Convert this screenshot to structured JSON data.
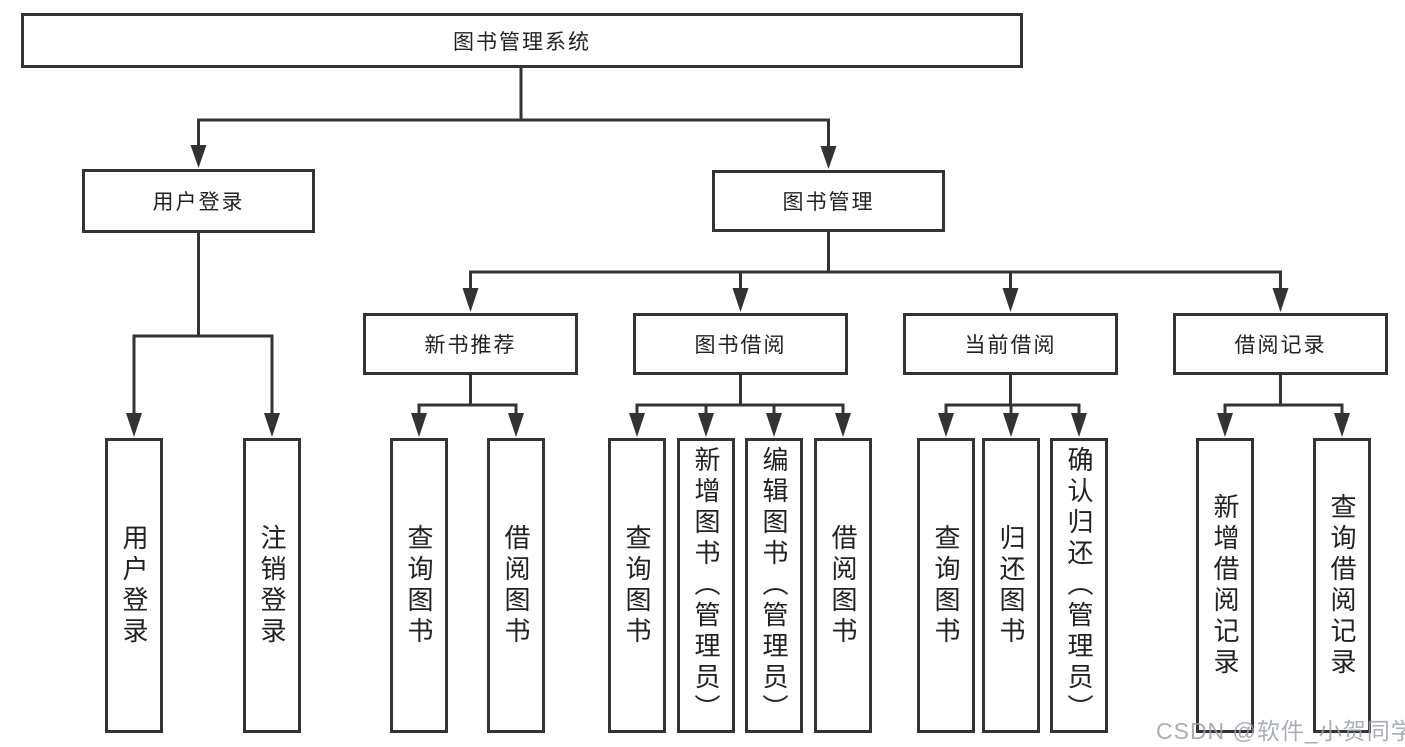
{
  "diagram_title": "图书管理系统",
  "tree": {
    "label": "图书管理系统",
    "children": [
      {
        "label": "用户登录",
        "children": [
          {
            "label": "用户登录"
          },
          {
            "label": "注销登录"
          }
        ]
      },
      {
        "label": "图书管理",
        "children": [
          {
            "label": "新书推荐",
            "children": [
              {
                "label": "查询图书"
              },
              {
                "label": "借阅图书"
              }
            ]
          },
          {
            "label": "图书借阅",
            "children": [
              {
                "label": "查询图书"
              },
              {
                "label": "新增图书（管理员）"
              },
              {
                "label": "编辑图书（管理员）"
              },
              {
                "label": "借阅图书"
              }
            ]
          },
          {
            "label": "当前借阅",
            "children": [
              {
                "label": "查询图书"
              },
              {
                "label": "归还图书"
              },
              {
                "label": "确认归还（管理员）"
              }
            ]
          },
          {
            "label": "借阅记录",
            "children": [
              {
                "label": "新增借阅记录"
              },
              {
                "label": "查询借阅记录"
              }
            ]
          }
        ]
      }
    ]
  },
  "watermark": {
    "text": "CSDN @软件_小贺同学"
  },
  "colors": {
    "background": "#ffffff",
    "box_border": "#333333",
    "connector_line": "#333333",
    "text": "#222222",
    "watermark": "#9aa0a8"
  }
}
